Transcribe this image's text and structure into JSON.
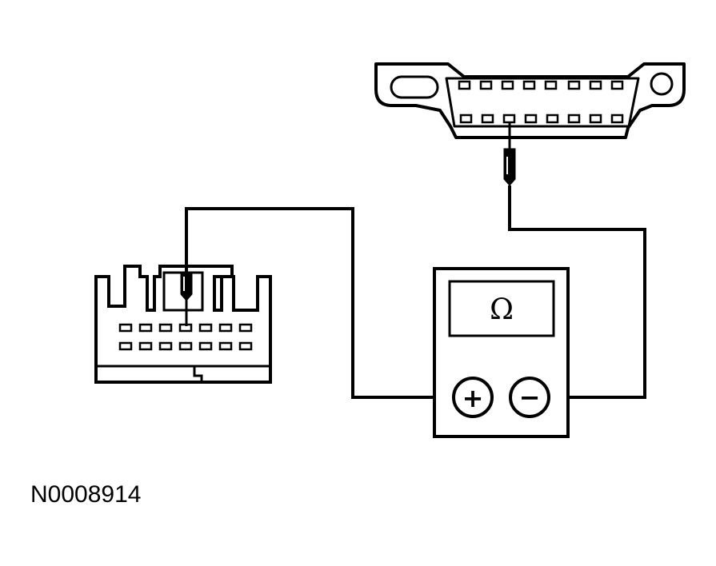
{
  "diagram": {
    "reference_code": "N0008914",
    "meter": {
      "display_symbol": "Ω",
      "positive_terminal": "+",
      "negative_terminal": "−"
    },
    "components": [
      "wiring-harness-connector",
      "obd-data-link-connector",
      "ohmmeter"
    ]
  }
}
